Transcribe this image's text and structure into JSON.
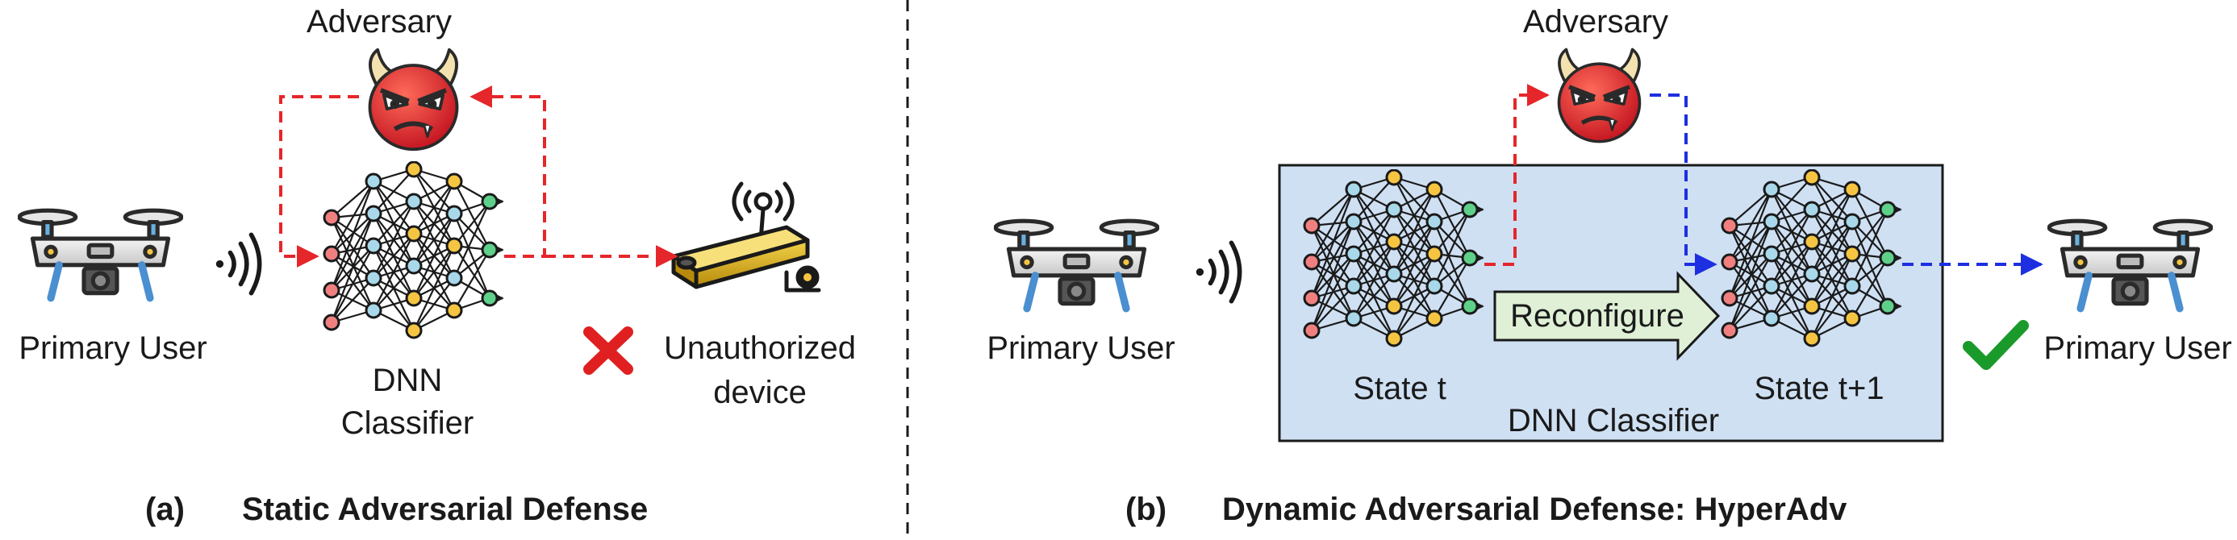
{
  "left": {
    "adversary_label": "Adversary",
    "user_label": "Primary User",
    "classifier_line1": "DNN",
    "classifier_line2": "Classifier",
    "device_line1": "Unauthorized",
    "device_line2": "device",
    "caption_letter": "(a)",
    "caption_title": "Static Adversarial Defense"
  },
  "right": {
    "adversary_label": "Adversary",
    "user_label": "Primary User",
    "state_t_label": "State t",
    "state_t1_label": "State t+1",
    "reconfigure_label": "Reconfigure",
    "classifier_label": "DNN Classifier",
    "target_label": "Primary User",
    "caption_letter": "(b)",
    "caption_title": "Dynamic Adversarial Defense: HyperAdv"
  },
  "colors": {
    "attack_arrow": "#e5262a",
    "defense_arrow": "#1d2fe0",
    "classifier_box": "#cfe0f3",
    "reconfigure_arrow": "#dff0d6",
    "cross_mark": "#e02020",
    "check_mark": "#1a9a2a",
    "node_red": "#f08080",
    "node_blue": "#a8d8ea",
    "node_yellow": "#f5c542",
    "node_green": "#5fd08a"
  },
  "icons": [
    "adversary-devil-icon",
    "drone-icon",
    "signal-waves-icon",
    "unauthorized-router-icon",
    "cross-icon",
    "check-icon"
  ]
}
